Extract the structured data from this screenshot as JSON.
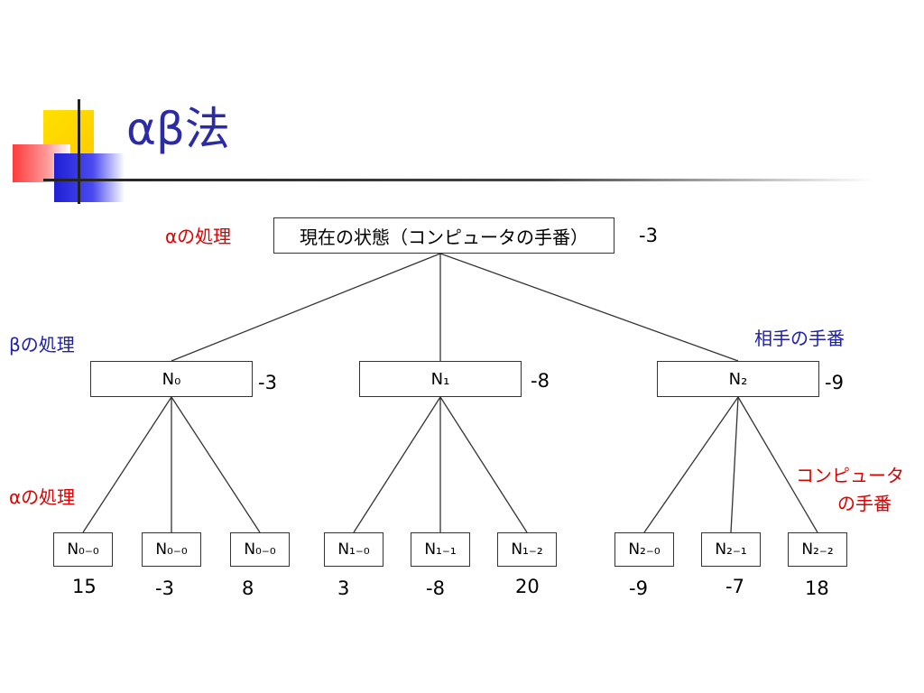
{
  "title": "αβ法",
  "root": {
    "label": "現在の状態（コンピュータの手番）",
    "value": "-3"
  },
  "side_labels": {
    "alpha_top": "αの処理",
    "beta": "βの処理",
    "alpha_bottom": "αの処理",
    "opponent_turn": "相手の手番",
    "computer_turn_line1": "コンピュータ",
    "computer_turn_line2": "の手番"
  },
  "mid_nodes": [
    {
      "label": "N₀",
      "value": "-3"
    },
    {
      "label": "N₁",
      "value": "-8"
    },
    {
      "label": "N₂",
      "value": "-9"
    }
  ],
  "leaf_nodes": [
    {
      "label": "N₀₋₀",
      "value": "15"
    },
    {
      "label": "N₀₋₀",
      "value": "-3"
    },
    {
      "label": "N₀₋₀",
      "value": "8"
    },
    {
      "label": "N₁₋₀",
      "value": "3"
    },
    {
      "label": "N₁₋₁",
      "value": "-8"
    },
    {
      "label": "N₁₋₂",
      "value": "20"
    },
    {
      "label": "N₂₋₀",
      "value": "-9"
    },
    {
      "label": "N₂₋₁",
      "value": "-7"
    },
    {
      "label": "N₂₋₂",
      "value": "18"
    }
  ]
}
